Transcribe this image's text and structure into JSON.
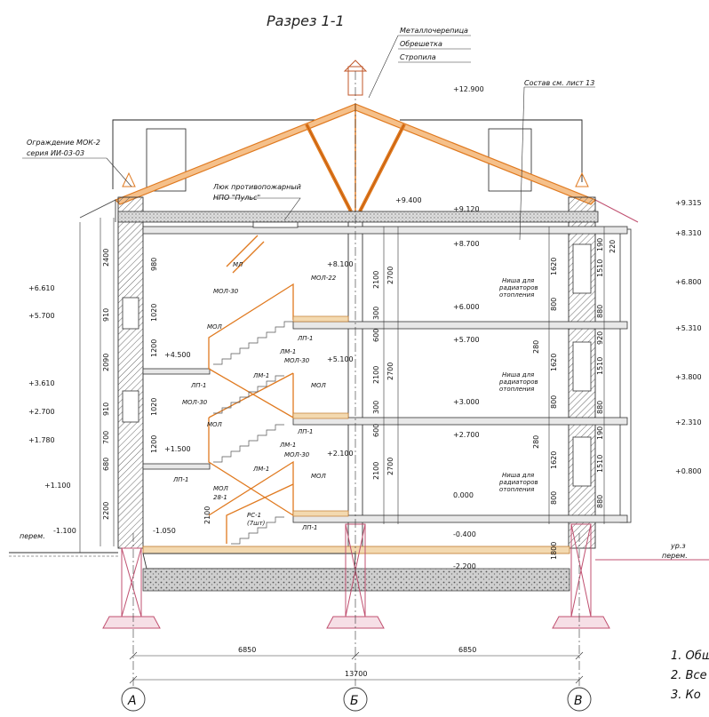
{
  "title": "Разрез 1-1",
  "roof_layers": [
    "Металлочерепица",
    "Обрешетка",
    "Стропила"
  ],
  "callouts": {
    "composition": "Состав см. лист 13",
    "fence_1": "Ограждение МОК-2",
    "fence_2": "серия ИИ-03-03",
    "hatch_1": "Люк противопожарный",
    "hatch_2": "НПО \"Пульс\""
  },
  "elevations_center": [
    "+12.900",
    "+9.400",
    "+9.120",
    "+8.700",
    "+8.100",
    "+6.000",
    "+5.700",
    "+5.100",
    "+4.500",
    "+3.000",
    "+2.700",
    "+2.100",
    "+1.500",
    "0.000",
    "-0.400",
    "-2.200",
    "-1.050"
  ],
  "elevations_left": [
    "+6.610",
    "+5.700",
    "+3.610",
    "+2.700",
    "+1.780",
    "+1.100",
    "-1.100"
  ],
  "elevations_right": [
    "+9.315",
    "+8.310",
    "+6.800",
    "+5.310",
    "+3.800",
    "+2.310",
    "+0.800"
  ],
  "ground_left": "перем.",
  "ground_right_1": "ур.з",
  "ground_right_2": "перем.",
  "niche": [
    "Ниша для",
    "радиаторов",
    "отопления"
  ],
  "stair_labels": {
    "ml": "МЛ",
    "mol": "МОЛ",
    "mol30": "МОЛ-30",
    "mol22": "МОЛ-22",
    "mol28": "МОЛ",
    "mol28b": "28-1",
    "lp1": "ЛП-1",
    "lm1": "ЛМ-1",
    "rs": "РС-1",
    "rs2": "(7шт)"
  },
  "dims_vertical_left": [
    "2400",
    "980",
    "910",
    "1020",
    "2090",
    "1200",
    "910",
    "1020",
    "700",
    "1200",
    "680",
    "2200"
  ],
  "dims_vertical_mid": [
    "2700",
    "2100",
    "300",
    "600",
    "2700",
    "2100",
    "300",
    "600",
    "2700",
    "2100",
    "2100"
  ],
  "dims_vertical_right": [
    "220",
    "190",
    "1620",
    "1510",
    "800",
    "880",
    "280",
    "920",
    "1620",
    "1510",
    "800",
    "880",
    "280",
    "190",
    "1620",
    "1510",
    "800",
    "880",
    "1800"
  ],
  "axes": [
    "А",
    "Б",
    "В"
  ],
  "spans": [
    "6850",
    "6850"
  ],
  "total_span": "13700",
  "notes": [
    "1. Общ",
    "2. Все",
    "3. Ко"
  ]
}
